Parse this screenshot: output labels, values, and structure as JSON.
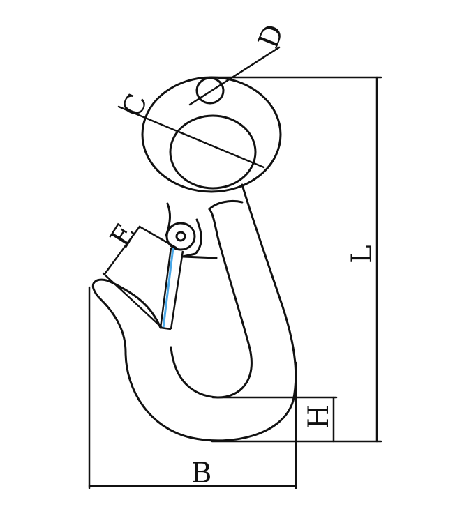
{
  "diagram": {
    "labels": {
      "B": "B",
      "C": "C",
      "D": "D",
      "E": "E",
      "H": "H",
      "L": "L"
    }
  },
  "colors": {
    "line": "#111111",
    "latch_highlight": "#4aa8e8",
    "background": "#ffffff"
  }
}
